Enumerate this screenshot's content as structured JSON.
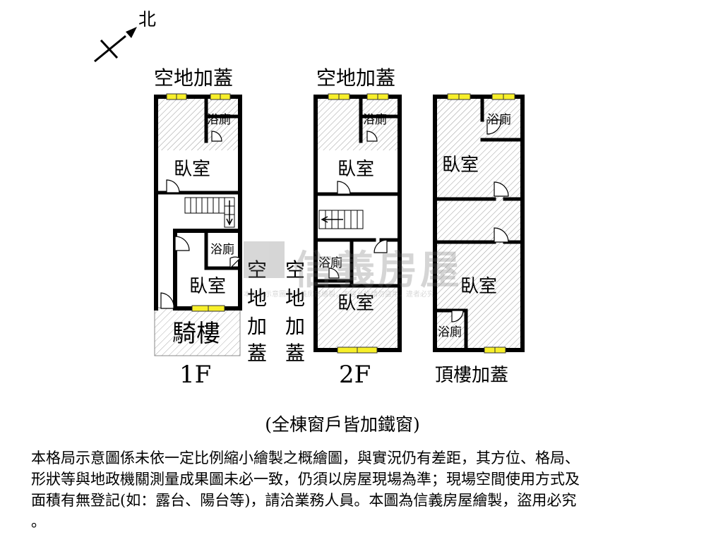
{
  "compass": {
    "label": "北"
  },
  "floors": {
    "f1": {
      "label": "1F",
      "top_label": "空地加蓋",
      "rooms": {
        "bedroom_a": "臥室",
        "bath_a": "浴廁",
        "bath_b": "浴廁",
        "bedroom_b": "臥室",
        "arcade": "騎樓"
      },
      "side_label": [
        "空",
        "地",
        "加",
        "蓋"
      ]
    },
    "f2": {
      "label": "2F",
      "top_label": "空地加蓋",
      "rooms": {
        "bedroom_a": "臥室",
        "bath_a": "浴廁",
        "bath_b": "浴廁",
        "bedroom_b": "臥室"
      },
      "side_label": [
        "空",
        "地",
        "加",
        "蓋"
      ]
    },
    "roof": {
      "label": "頂樓加蓋",
      "rooms": {
        "bath_a": "浴廁",
        "bedroom_a": "臥室",
        "bedroom_b": "臥室",
        "bath_b": "浴廁"
      }
    }
  },
  "caption": "(全棟窗戶皆加鐵窗)",
  "watermark": {
    "brand": "信義房屋",
    "small": "本格局示意圖為信義房屋繪製，未經允許請勿盜用，違者必究"
  },
  "disclaimer": {
    "line1": "本格局示意圖係未依一定比例縮小繪製之概繪圖，與實況仍有差距，其方位、格局、",
    "line2": "形狀等與地政機關測量成果圖未必一致，仍須以房屋現場為準；現場空間使用方式及",
    "line3": "面積有無登記(如：露台、陽台等)，請洽業務人員。本圖為信義房屋繪製，盜用必究",
    "line4": "。"
  }
}
